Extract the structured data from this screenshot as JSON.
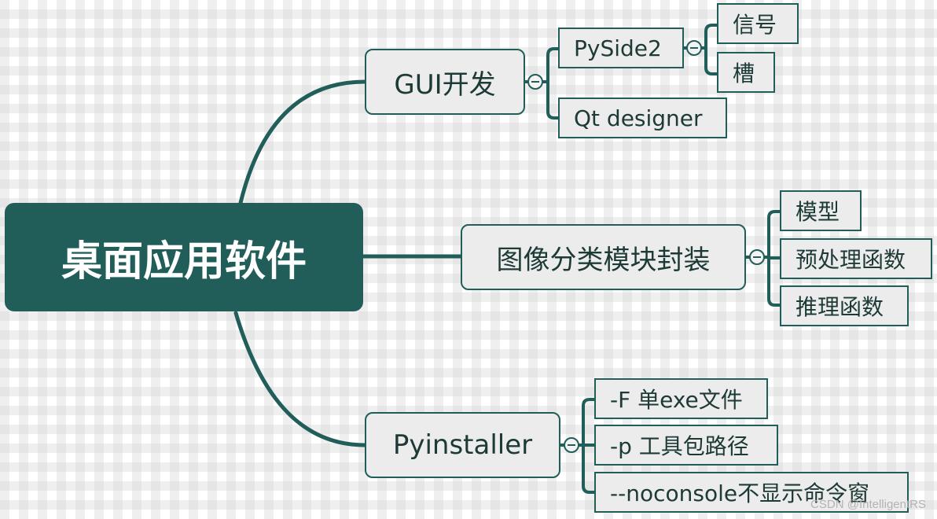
{
  "mindmap": {
    "root": "桌面应用软件",
    "branches": [
      {
        "label": "GUI开发",
        "children": [
          {
            "label": "PySide2",
            "children": [
              "信号",
              "槽"
            ]
          },
          {
            "label": "Qt designer"
          }
        ]
      },
      {
        "label": "图像分类模块封装",
        "children": [
          {
            "label": "模型"
          },
          {
            "label": "预处理函数"
          },
          {
            "label": "推理函数"
          }
        ]
      },
      {
        "label": "Pyinstaller",
        "children": [
          {
            "label": "-F 单exe文件"
          },
          {
            "label": "-p 工具包路径"
          },
          {
            "label": "--noconsole不显示命令窗"
          }
        ]
      }
    ]
  },
  "watermark": "CSDN @IntelligentRS",
  "colors": {
    "theme": "#215e5a",
    "node_fill": "#ececec",
    "text": "#1d3a36"
  },
  "icons": {
    "collapse_toggle": "minus-circle-icon"
  }
}
